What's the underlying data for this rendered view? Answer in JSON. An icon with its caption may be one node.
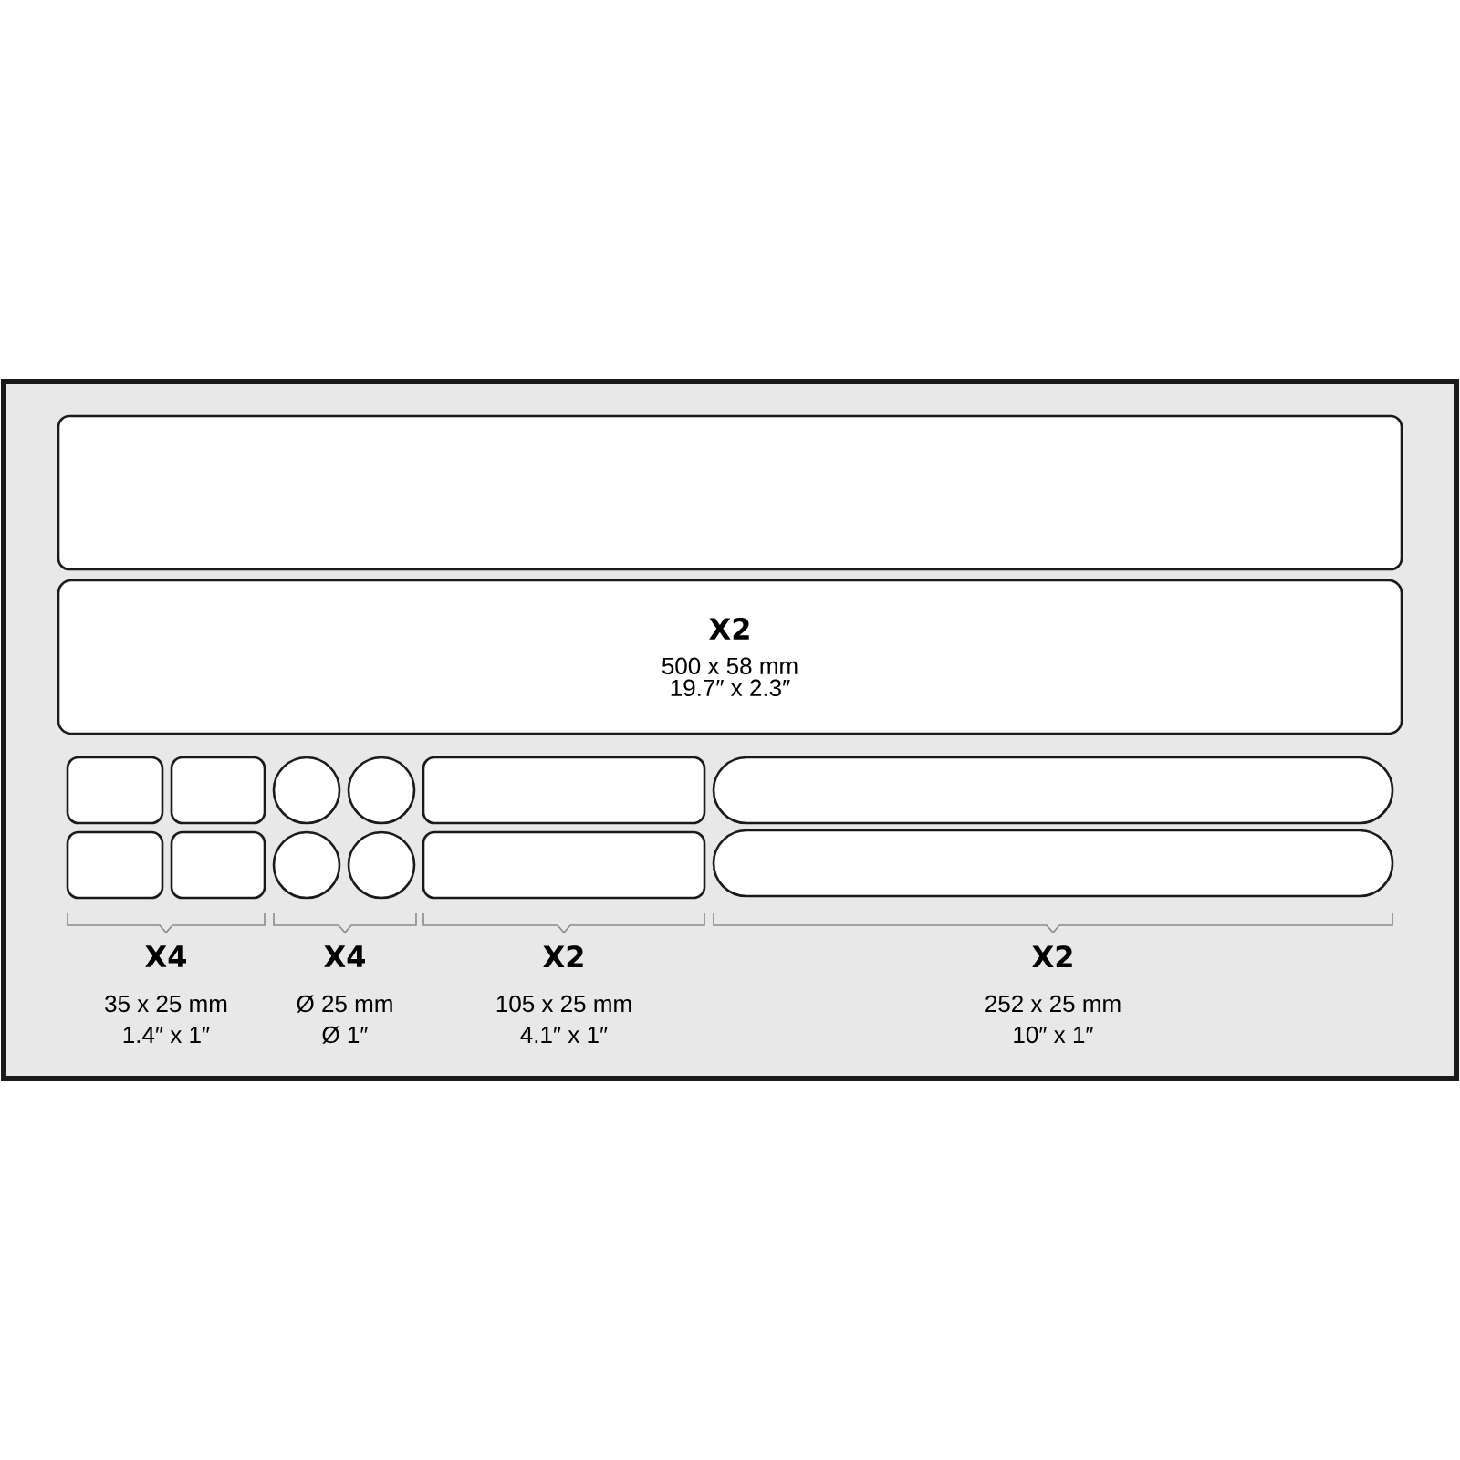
{
  "diagram": {
    "nodes": [
      {
        "text": [],
        "shape": "box"
      },
      {
        "text": [],
        "shape": "box",
        "in": 0
      },
      {
        "text": [
          "X2",
          "500 x 58 mm",
          "19.7″ x 2.3″"
        ],
        "in": 0
      },
      {
        "text": [],
        "shape": "box",
        "in": 0
      },
      {
        "text": [],
        "shape": "box",
        "in": 0
      },
      {
        "text": [],
        "shape": "circle",
        "in": 0
      },
      {
        "text": [],
        "shape": "circle",
        "in": 0
      },
      {
        "text": [],
        "shape": "box",
        "in": 0
      },
      {
        "text": [],
        "shape": "bar",
        "in": 0
      },
      {
        "text": [],
        "shape": "box",
        "in": 0
      },
      {
        "text": [],
        "shape": "box",
        "in": 0
      },
      {
        "text": [],
        "shape": "circle",
        "in": 0
      },
      {
        "text": [],
        "shape": "circle",
        "in": 0
      },
      {
        "text": [],
        "shape": "box",
        "in": 0
      },
      {
        "text": [],
        "shape": "bar",
        "in": 0
      }
    ],
    "labels": [
      "X4",
      "35 x 25 mm",
      "1.4″ x 1″",
      "X4",
      "Ø 25 mm",
      "Ø 1″",
      "X2",
      "105 x 25 mm",
      "4.1″ x 1″",
      "X2",
      "252 x 25 mm",
      "10″ x 1″"
    ]
  }
}
